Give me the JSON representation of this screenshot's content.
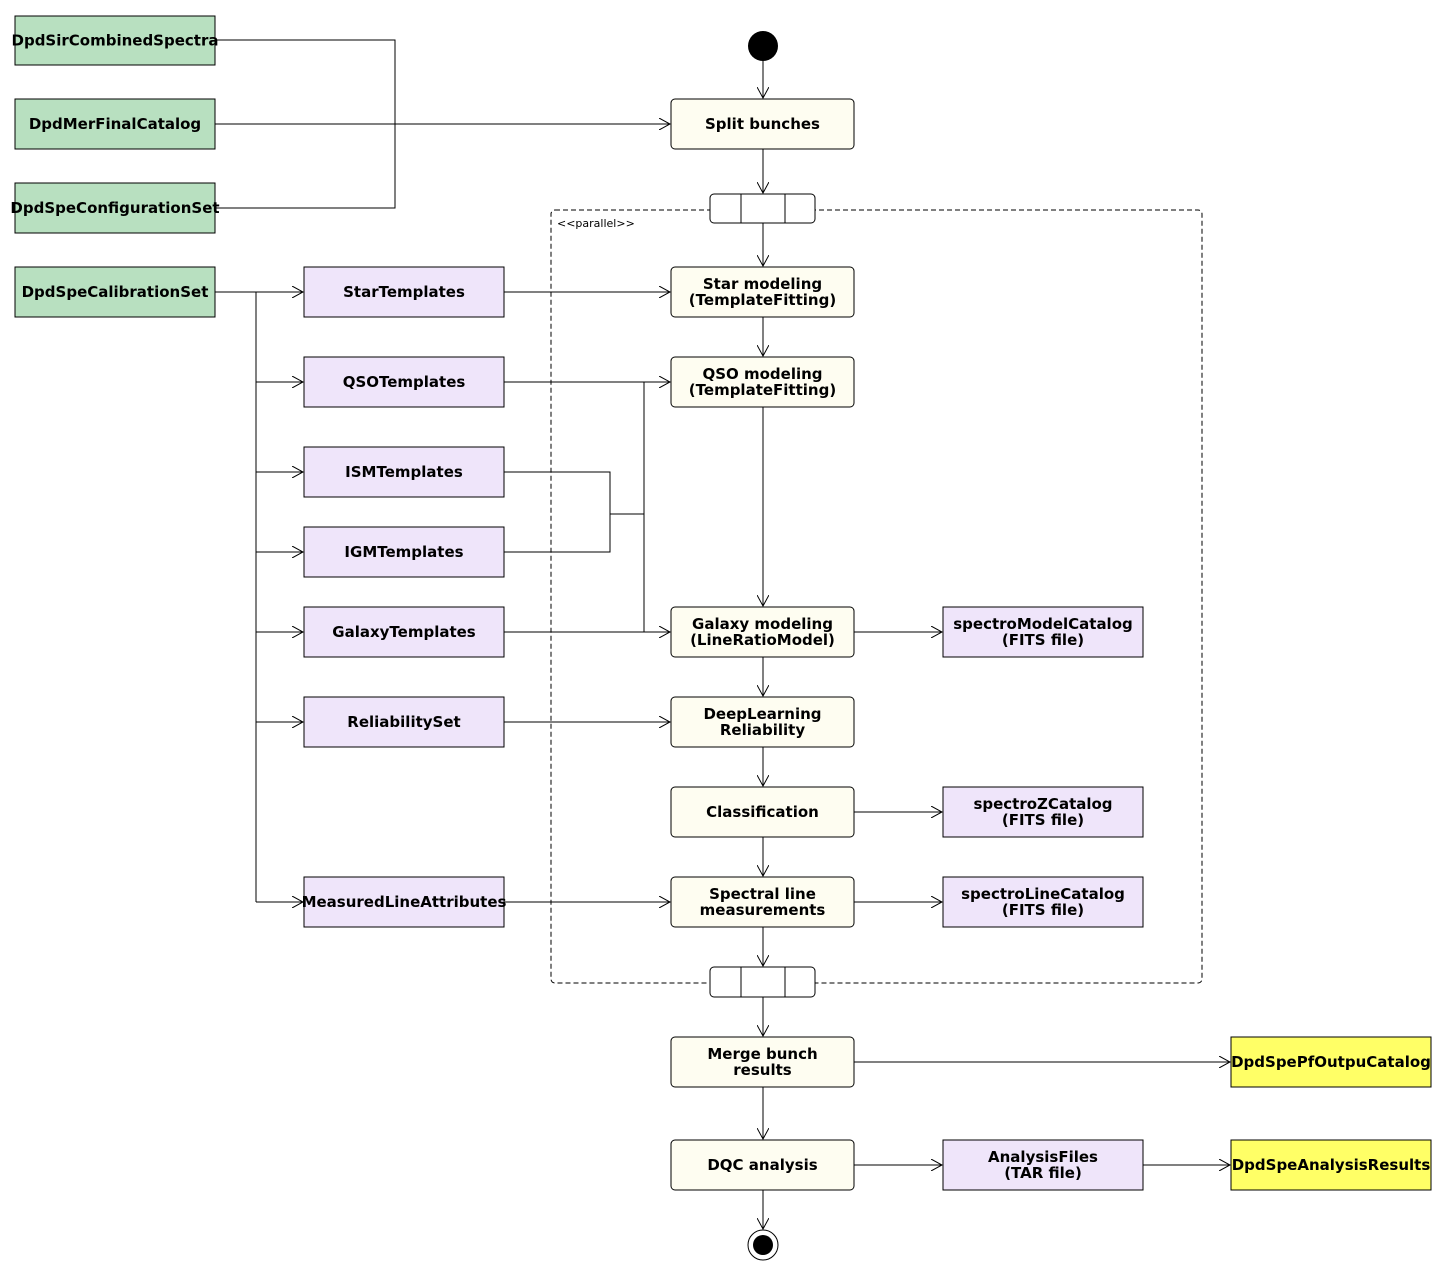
{
  "colors": {
    "input": "#b8e0c0",
    "step": "#fefdf1",
    "data": "#efe5fa",
    "output": "#ffff66",
    "stroke": "#000000"
  },
  "parallel_label": "<<parallel>>",
  "inputs": {
    "sir_combined_spectra": "DpdSirCombinedSpectra",
    "mer_final_catalog": "DpdMerFinalCatalog",
    "spe_configuration_set": "DpdSpeConfigurationSet",
    "spe_calibration_set": "DpdSpeCalibrationSet"
  },
  "templates": {
    "star": "StarTemplates",
    "qso": "QSOTemplates",
    "ism": "ISMTemplates",
    "igm": "IGMTemplates",
    "galaxy": "GalaxyTemplates",
    "reliability": "ReliabilitySet",
    "measured_lines": "MeasuredLineAttributes"
  },
  "steps": {
    "split": [
      "Split bunches"
    ],
    "star": [
      "Star modeling",
      "(TemplateFitting)"
    ],
    "qso": [
      "QSO modeling",
      "(TemplateFitting)"
    ],
    "galaxy": [
      "Galaxy modeling",
      "(LineRatioModel)"
    ],
    "deep": [
      "DeepLearning",
      "Reliability"
    ],
    "classification": [
      "Classification"
    ],
    "spectral": [
      "Spectral line",
      "measurements"
    ],
    "merge": [
      "Merge bunch",
      "results"
    ],
    "dqc": [
      "DQC analysis"
    ]
  },
  "products": {
    "model_catalog": [
      "spectroModelCatalog",
      "(FITS file)"
    ],
    "z_catalog": [
      "spectroZCatalog",
      "(FITS file)"
    ],
    "line_catalog": [
      "spectroLineCatalog",
      "(FITS file)"
    ],
    "analysis_files": [
      "AnalysisFiles",
      "(TAR file)"
    ]
  },
  "outputs": {
    "pf_output_catalog": "DpdSpePfOutpuCatalog",
    "analysis_results": "DpdSpeAnalysisResults"
  }
}
